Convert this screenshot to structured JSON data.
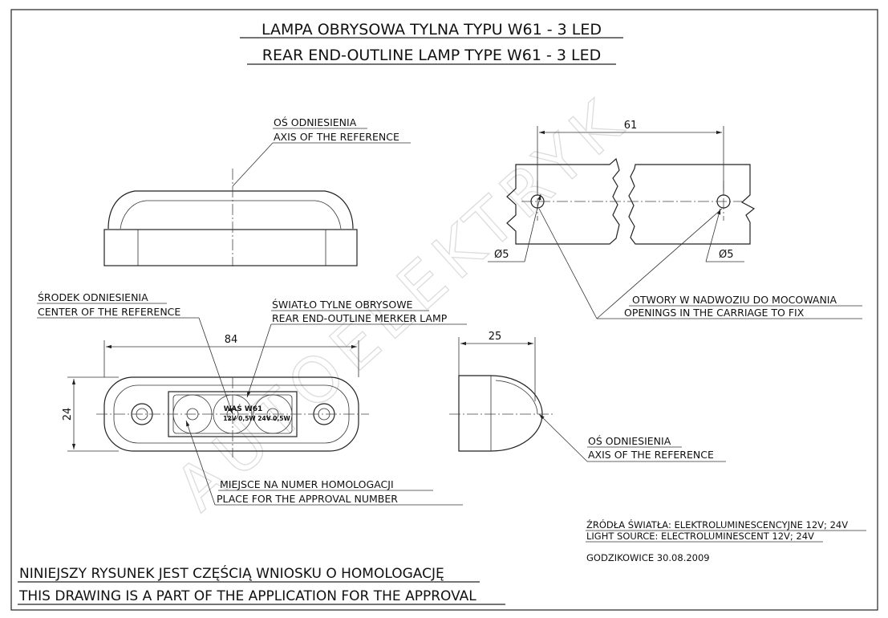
{
  "title": {
    "line1": "LAMPA OBRYSOWA TYLNA TYPU W61 - 3 LED",
    "line2": "REAR END-OUTLINE LAMP TYPE W61 - 3 LED"
  },
  "watermark": "AUTOELEKTRYK",
  "side_view": {
    "axis_label_pl": "OŚ ODNIESIENIA",
    "axis_label_en": "AXIS OF THE REFERENCE"
  },
  "mounting_view": {
    "dim_distance": "61",
    "hole_left": "Ø5",
    "hole_right": "Ø5",
    "openings_pl": "OTWORY W NADWOZIU DO MOCOWANIA",
    "openings_en": "OPENINGS IN THE CARRIAGE TO FIX"
  },
  "front_view": {
    "center_pl": "ŚRODEK ODNIESIENIA",
    "center_en": "CENTER OF THE REFERENCE",
    "lamp_pl": "ŚWIATŁO TYLNE OBRYSOWE",
    "lamp_en": "REAR END-OUTLINE MERKER LAMP",
    "dim_width": "84",
    "dim_height": "24",
    "marking_line1": "WAŚ W61",
    "marking_line2": "12V 0,5W 24V 0,5W",
    "approval_pl": "MIEJSCE NA NUMER HOMOLOGACJI",
    "approval_en": "PLACE FOR THE APPROVAL NUMBER"
  },
  "profile_view": {
    "dim_depth": "25",
    "axis_label_pl": "OŚ ODNIESIENIA",
    "axis_label_en": "AXIS OF THE REFERENCE"
  },
  "notes": {
    "light_source_pl": "ŹRÓDŁA ŚWIATŁA: ELEKTROLUMINESCENCYJNE 12V; 24V",
    "light_source_en": "LIGHT SOURCE: ELECTROLUMINESCENT 12V; 24V",
    "date": "GODZIKOWICE 30.08.2009"
  },
  "footer": {
    "line1": "NINIEJSZY RYSUNEK JEST CZĘŚCIĄ WNIOSKU O HOMOLOGACJĘ",
    "line2": "THIS DRAWING IS A PART OF THE APPLICATION FOR THE APPROVAL"
  }
}
